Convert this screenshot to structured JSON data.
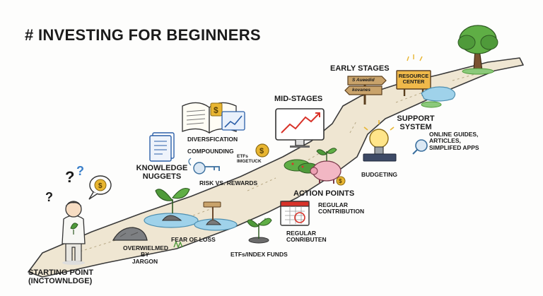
{
  "title": "# INVESTING FOR BEGINNERS",
  "stages": {
    "starting_point": "STARTING POINT\n(INCTOWNLDGE)",
    "knowledge_nuggets": "KNOWLEDGE\nNUGGETS",
    "mid_stages": "MID-STAGES",
    "early_stages": "EARLY STAGES",
    "support_system": "SUPPORT\nSYSTEM",
    "action_points": "ACTION POINTS"
  },
  "labels": {
    "overwhelmed": "OVERWIELMED\nBY\nJARGON",
    "fear_of_loss": "FEAR OF LOSS",
    "etfs_index_funds": "ETFs/INDEX FUNDS",
    "diversification": "DIVERSFICATION",
    "compounding": "COMPOUNDING",
    "etfs_scribble": "ETFs\nIMGETUCK",
    "risk_vs_rewards": "RISK VS. REWARDS",
    "regular_contribution_1": "REGULAR\nCONTRIBUTION",
    "regular_contribution_2": "REGULAR\nCONRIBUTEN",
    "budgeting": "BUDGETING",
    "online_guides": "ONLINE GUIDES,\nARTICLES,\nSIMPLIFED APPS",
    "resource_center": "RESOURCE\nCENTER",
    "signpost_1": "S Aueedid",
    "signpost_2": "kovanes",
    "signpost_small": "~~ ~~"
  },
  "icons": [
    "person-icon",
    "question-mark-icon",
    "coin-bubble-icon",
    "rock-icon",
    "seedling-icon",
    "puddle-icon",
    "document-icon",
    "book-icon",
    "chart-icon",
    "key-icon",
    "coin-icon",
    "monitor-chart-icon",
    "piggy-bank-icon",
    "calendar-icon",
    "lightbulb-icon",
    "signpost-icon",
    "resource-center-sign-icon",
    "tree-icon",
    "sprout-icon",
    "bushes-icon"
  ],
  "colors": {
    "road_fill": "#efe6d2",
    "road_edge": "#3a3a3a",
    "water": "#9fd2ea",
    "plant_green": "#4f9a3a",
    "chart_red": "#d8332a",
    "piggy_pink": "#f2b7c4",
    "coin_gold": "#e8b530",
    "sign_wood": "#c9a36b"
  }
}
